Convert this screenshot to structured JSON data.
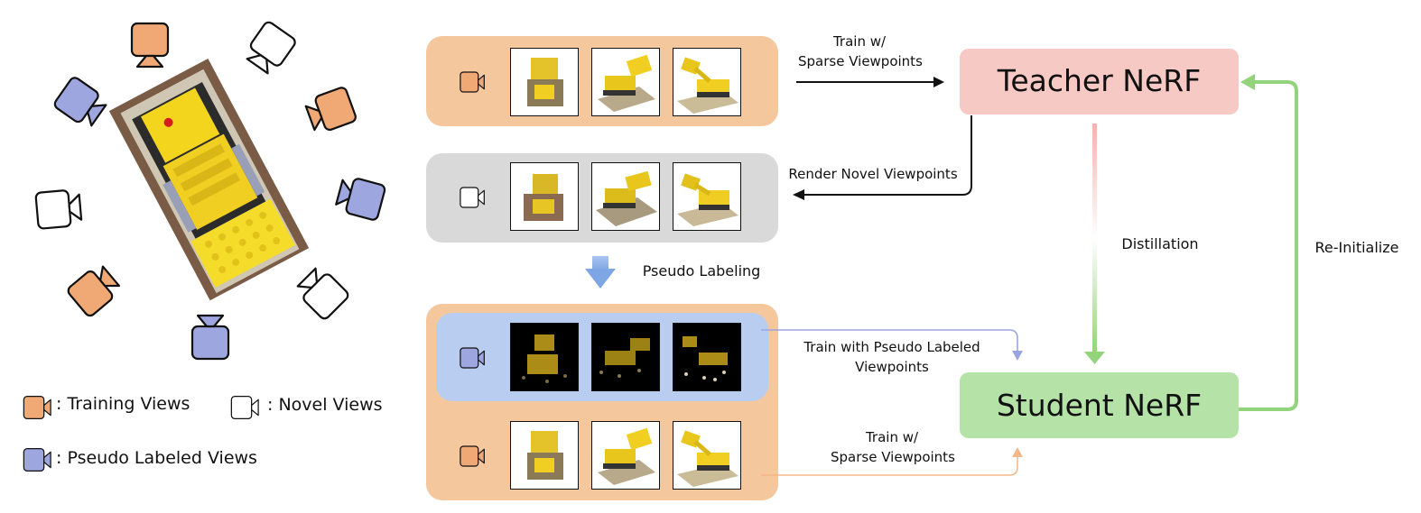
{
  "legend": {
    "training_views": ": Training Views",
    "novel_views": ": Novel Views",
    "pseudo_labeled_views": ": Pseudo Labeled Views"
  },
  "colors": {
    "training": "#f5c79d",
    "training_icon": "#f0a874",
    "novel": "#d9d9d9",
    "pseudo": "#b9cdf0",
    "pseudo_icon": "#9ea6e0",
    "teacher": "#f7c9c5",
    "student": "#b5e3a7",
    "green_arrow": "#93d37c",
    "orange_arrow": "#f3b98a",
    "purple_arrow": "#9ba4e0"
  },
  "labels": {
    "train_sparse_top": [
      "Train w/",
      "Sparse Viewpoints"
    ],
    "render_novel": "Render Novel Viewpoints",
    "pseudo_labeling": "Pseudo Labeling",
    "distillation": "Distillation",
    "reinitialize": "Re-Initialize",
    "train_pseudo": [
      "Train with Pseudo Labeled",
      "Viewpoints"
    ],
    "train_sparse_bottom": [
      "Train w/",
      "Sparse Viewpoints"
    ]
  },
  "boxes": {
    "teacher": "Teacher NeRF",
    "student": "Student NeRF"
  }
}
